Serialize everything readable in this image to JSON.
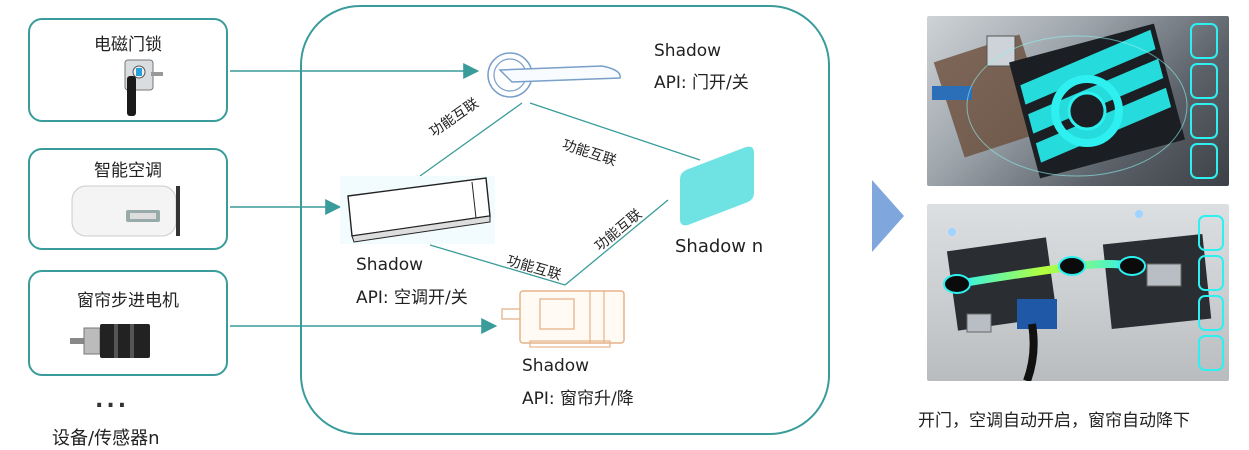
{
  "devices": [
    {
      "label": "电磁门锁",
      "icon": "electromagnetic-lock-icon"
    },
    {
      "label": "智能空调",
      "icon": "air-conditioner-icon"
    },
    {
      "label": "窗帘步进电机",
      "icon": "stepper-motor-icon"
    }
  ],
  "more": {
    "dots": "...",
    "label": "设备/传感器n"
  },
  "shadows": {
    "door": {
      "title": "Shadow",
      "api": "API: 门开/关"
    },
    "ac": {
      "title": "Shadow",
      "api": "API: 空调开/关"
    },
    "curtain": {
      "title": "Shadow",
      "api": "API: 窗帘升/降"
    },
    "n": {
      "title": "Shadow n"
    }
  },
  "links": {
    "door_ac": "功能互联",
    "door_n": "功能互联",
    "ac_curtain": "功能互联",
    "curtain_n": "功能互联"
  },
  "caption": "开门，空调自动开启，窗帘自动降下",
  "colors": {
    "frame": "#3a9c9a",
    "accent_cyan": "#5fdfe0",
    "arrow": "#7fa6dd",
    "sketch": "#e5b48a"
  }
}
